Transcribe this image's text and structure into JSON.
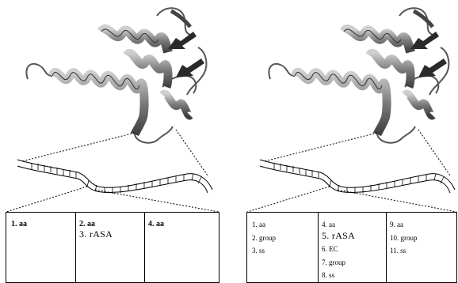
{
  "left_panel": {
    "columns": [
      {
        "items": [
          "1. aa"
        ]
      },
      {
        "items": [
          "2. aa",
          "3. rASA"
        ]
      },
      {
        "items": [
          "4. aa"
        ]
      }
    ]
  },
  "right_panel": {
    "columns": [
      {
        "items": [
          "1. aa",
          "2. group",
          "3. ss"
        ]
      },
      {
        "items": [
          "4. aa",
          "5. rASA",
          "6. EC",
          "7. group",
          "8. ss"
        ]
      },
      {
        "items": [
          "9. aa",
          "10. group",
          "11. ss"
        ]
      }
    ]
  },
  "colors": {
    "ribbon_dark": "#4a4a4a",
    "ribbon_mid": "#8a8a8a",
    "ribbon_light": "#d0d0d0",
    "line": "#000000"
  },
  "icons": [
    "protein-ribbon-structure",
    "sequence-strand"
  ]
}
